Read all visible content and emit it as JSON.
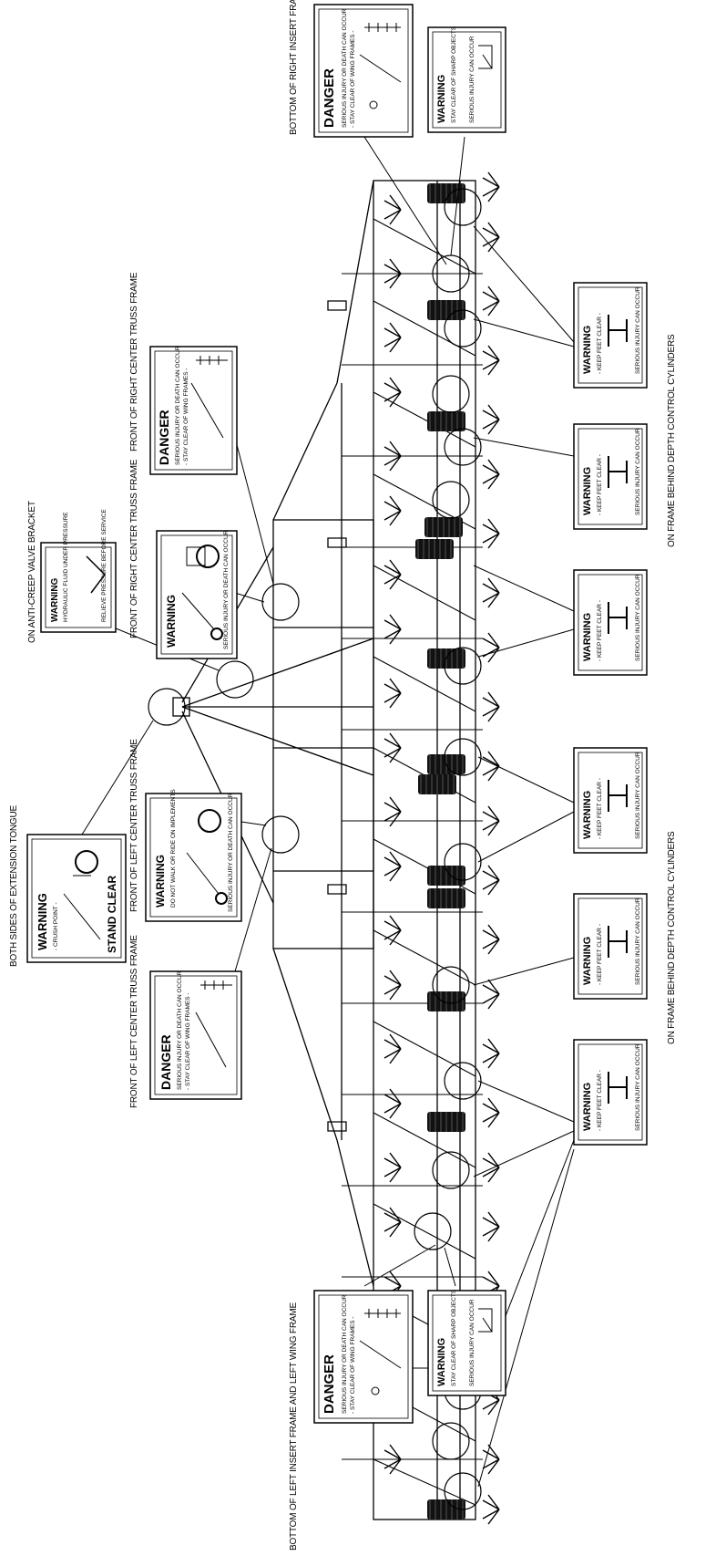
{
  "captions": {
    "bottom_right_insert": "BOTTOM OF RIGHT INSERT FRAME AND RIGHT WING FRAME",
    "on_frame_depth_right": "ON FRAME BEHIND DEPTH CONTROL CYLINDERS",
    "on_frame_depth_left": "ON FRAME BEHIND DEPTH CONTROL CYLINDERS",
    "front_right_center_1": "FRONT OF RIGHT CENTER TRUSS FRAME",
    "front_right_center_2": "FRONT OF RIGHT CENTER TRUSS FRAME",
    "anti_creep": "ON ANTI-CREEP VALVE BRACKET",
    "both_sides_ext": "BOTH SIDES OF EXTENSION TONGUE",
    "front_left_center_1": "FRONT OF LEFT CENTER TRUSS FRAME",
    "front_left_center_2": "FRONT OF LEFT CENTER TRUSS FRAME",
    "bottom_left_insert": "BOTTOM OF LEFT INSERT FRAME AND LEFT WING FRAME"
  },
  "signs": {
    "danger_title": "DANGER",
    "warning_title": "WARNING",
    "danger_line1": "SERIOUS INJURY OR DEATH CAN OCCUR",
    "danger_line2": "- STAY CLEAR OF WING FRAMES -",
    "keep_feet": "- KEEP FEET CLEAR -",
    "serious_injury": "SERIOUS INJURY CAN OCCUR",
    "stand_clear": "STAND CLEAR",
    "crush_point": "- CRUSH POINT -",
    "no_ride": "DO NOT WALK OR RIDE ON IMPLEMENTS",
    "serious_death": "SERIOUS INJURY OR DEATH CAN OCCUR",
    "stay_clear_sharp": "STAY CLEAR OF SHARP OBJECTS",
    "hydraulic": "HYDRAULIC FLUID UNDER PRESSURE",
    "relieve_pressure": "RELIEVE PRESSURE BEFORE SERVICE"
  }
}
